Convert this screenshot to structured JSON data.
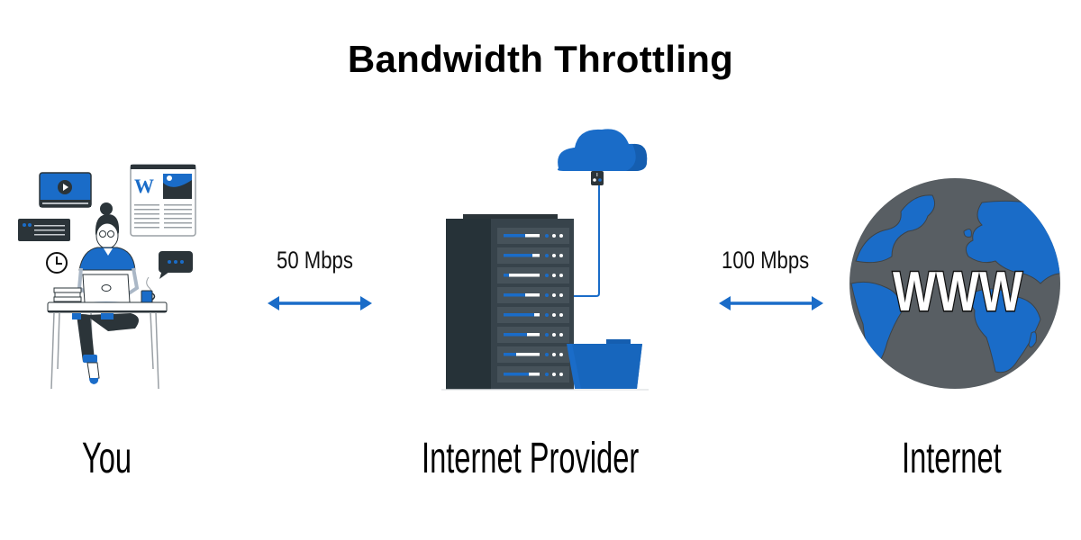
{
  "title": "Bandwidth Throttling",
  "colors": {
    "accent_blue": "#1a6cc8",
    "dark_gray": "#2b3439",
    "globe_gray": "#585e63",
    "panel_gray": "#3f4a52"
  },
  "nodes": [
    {
      "id": "you",
      "label": "You",
      "icon": "person-at-laptop-illustration"
    },
    {
      "id": "provider",
      "label": "Internet Provider",
      "icon": "server-rack-cloud-illustration"
    },
    {
      "id": "internet",
      "label": "Internet",
      "icon": "globe-www-illustration",
      "globe_text": "WWW"
    }
  ],
  "links": [
    {
      "from": "you",
      "to": "provider",
      "speed": "50 Mbps",
      "direction": "bidirectional"
    },
    {
      "from": "provider",
      "to": "internet",
      "speed": "100 Mbps",
      "direction": "bidirectional"
    }
  ],
  "illustration_details": {
    "article_letter": "W",
    "chat_bubble_text": "...",
    "server_bar_fill": [
      0.6,
      0.8,
      0.15,
      0.6,
      0.85,
      0.65,
      0.35,
      0.7
    ]
  }
}
